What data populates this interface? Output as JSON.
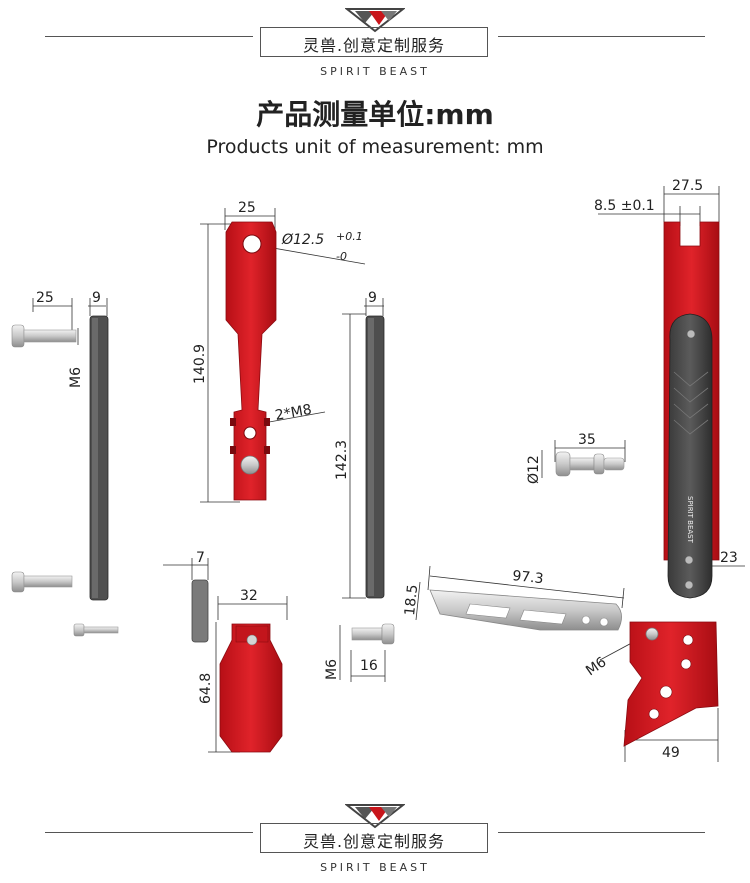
{
  "brand": {
    "cn_name": "灵兽.创意定制服务",
    "en_name": "SPIRIT BEAST"
  },
  "heading": {
    "title": "产品测量单位:mm",
    "subtitle": "Products unit of measurement: mm"
  },
  "dimensions": {
    "bolt_length": "25",
    "plate_thickness_left": "9",
    "bolt_thread_left": "M6",
    "arm_width": "25",
    "hole_dia": "Ø12.5",
    "hole_tol_plus": "+0.1",
    "hole_tol_minus": "-0",
    "arm_length": "140.9",
    "arm_holes": "2*M8",
    "plate_thickness_mid": "9",
    "plate_length": "142.3",
    "plate_edge": "7",
    "block_width": "32",
    "block_height": "64.8",
    "bolt_thread_bottom": "M6",
    "bolt_length_bottom": "16",
    "pin_dia": "Ø12",
    "pin_length": "35",
    "link_length": "97.3",
    "link_width": "18.5",
    "lever_slot": "8.5 ±0.1",
    "lever_width": "27.5",
    "lever_end": "23",
    "lever_label": "SPIRIT BEAST",
    "pedal_thread": "M6",
    "pedal_width": "49"
  }
}
